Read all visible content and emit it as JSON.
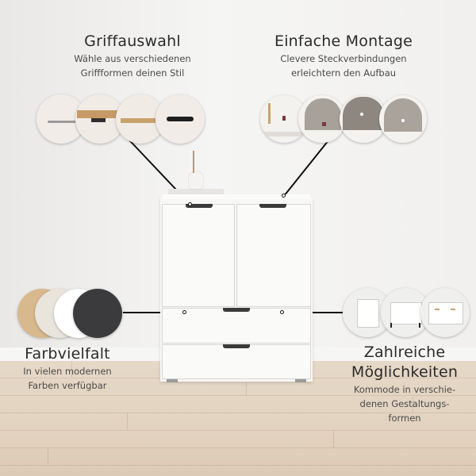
{
  "features": {
    "handles": {
      "title": "Griffauswahl",
      "lines": [
        "Wähle aus verschiedenen",
        "Griffformen deinen Stil"
      ]
    },
    "assembly": {
      "title": "Einfache Montage",
      "lines": [
        "Clevere Steckverbindungen",
        "erleichtern den Aufbau"
      ]
    },
    "colors": {
      "title": "Farbvielfalt",
      "lines": [
        "In vielen modernen",
        "Farben verfügbar"
      ]
    },
    "options": {
      "title_lines": [
        "Zahlreiche",
        "Möglichkeiten"
      ],
      "lines": [
        "Kommode in verschie-",
        "denen Gestaltungs-",
        "formen"
      ]
    }
  },
  "swatch_colors": [
    "#d8b98e",
    "#e9e4dc",
    "#ffffff",
    "#3b3b3d"
  ],
  "accent_line_color": "#111111"
}
